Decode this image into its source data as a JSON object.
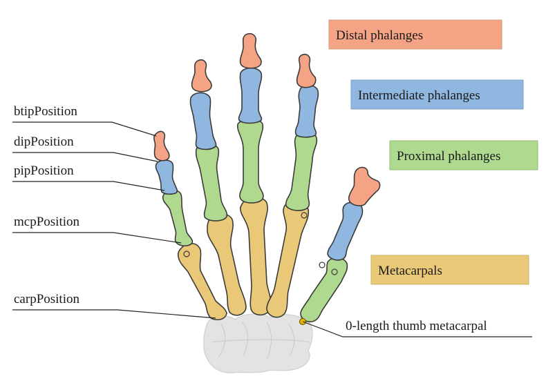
{
  "colors": {
    "distal": "#f4a384",
    "intermediate": "#8fb7df",
    "proximal": "#aed98e",
    "metacarpal": "#e9c877",
    "carpal": "#e3e3e3",
    "thumb_point": "#f0b400"
  },
  "legend": {
    "distal": "Distal phalanges",
    "intermediate": "Intermediate phalanges",
    "proximal": "Proximal phalanges",
    "metacarpals": "Metacarpals"
  },
  "labels": {
    "btip": "btipPosition",
    "dip": "dipPosition",
    "pip": "pipPosition",
    "mcp": "mcpPosition",
    "carp": "carpPosition",
    "thumb": "0-length thumb metacarpal"
  }
}
